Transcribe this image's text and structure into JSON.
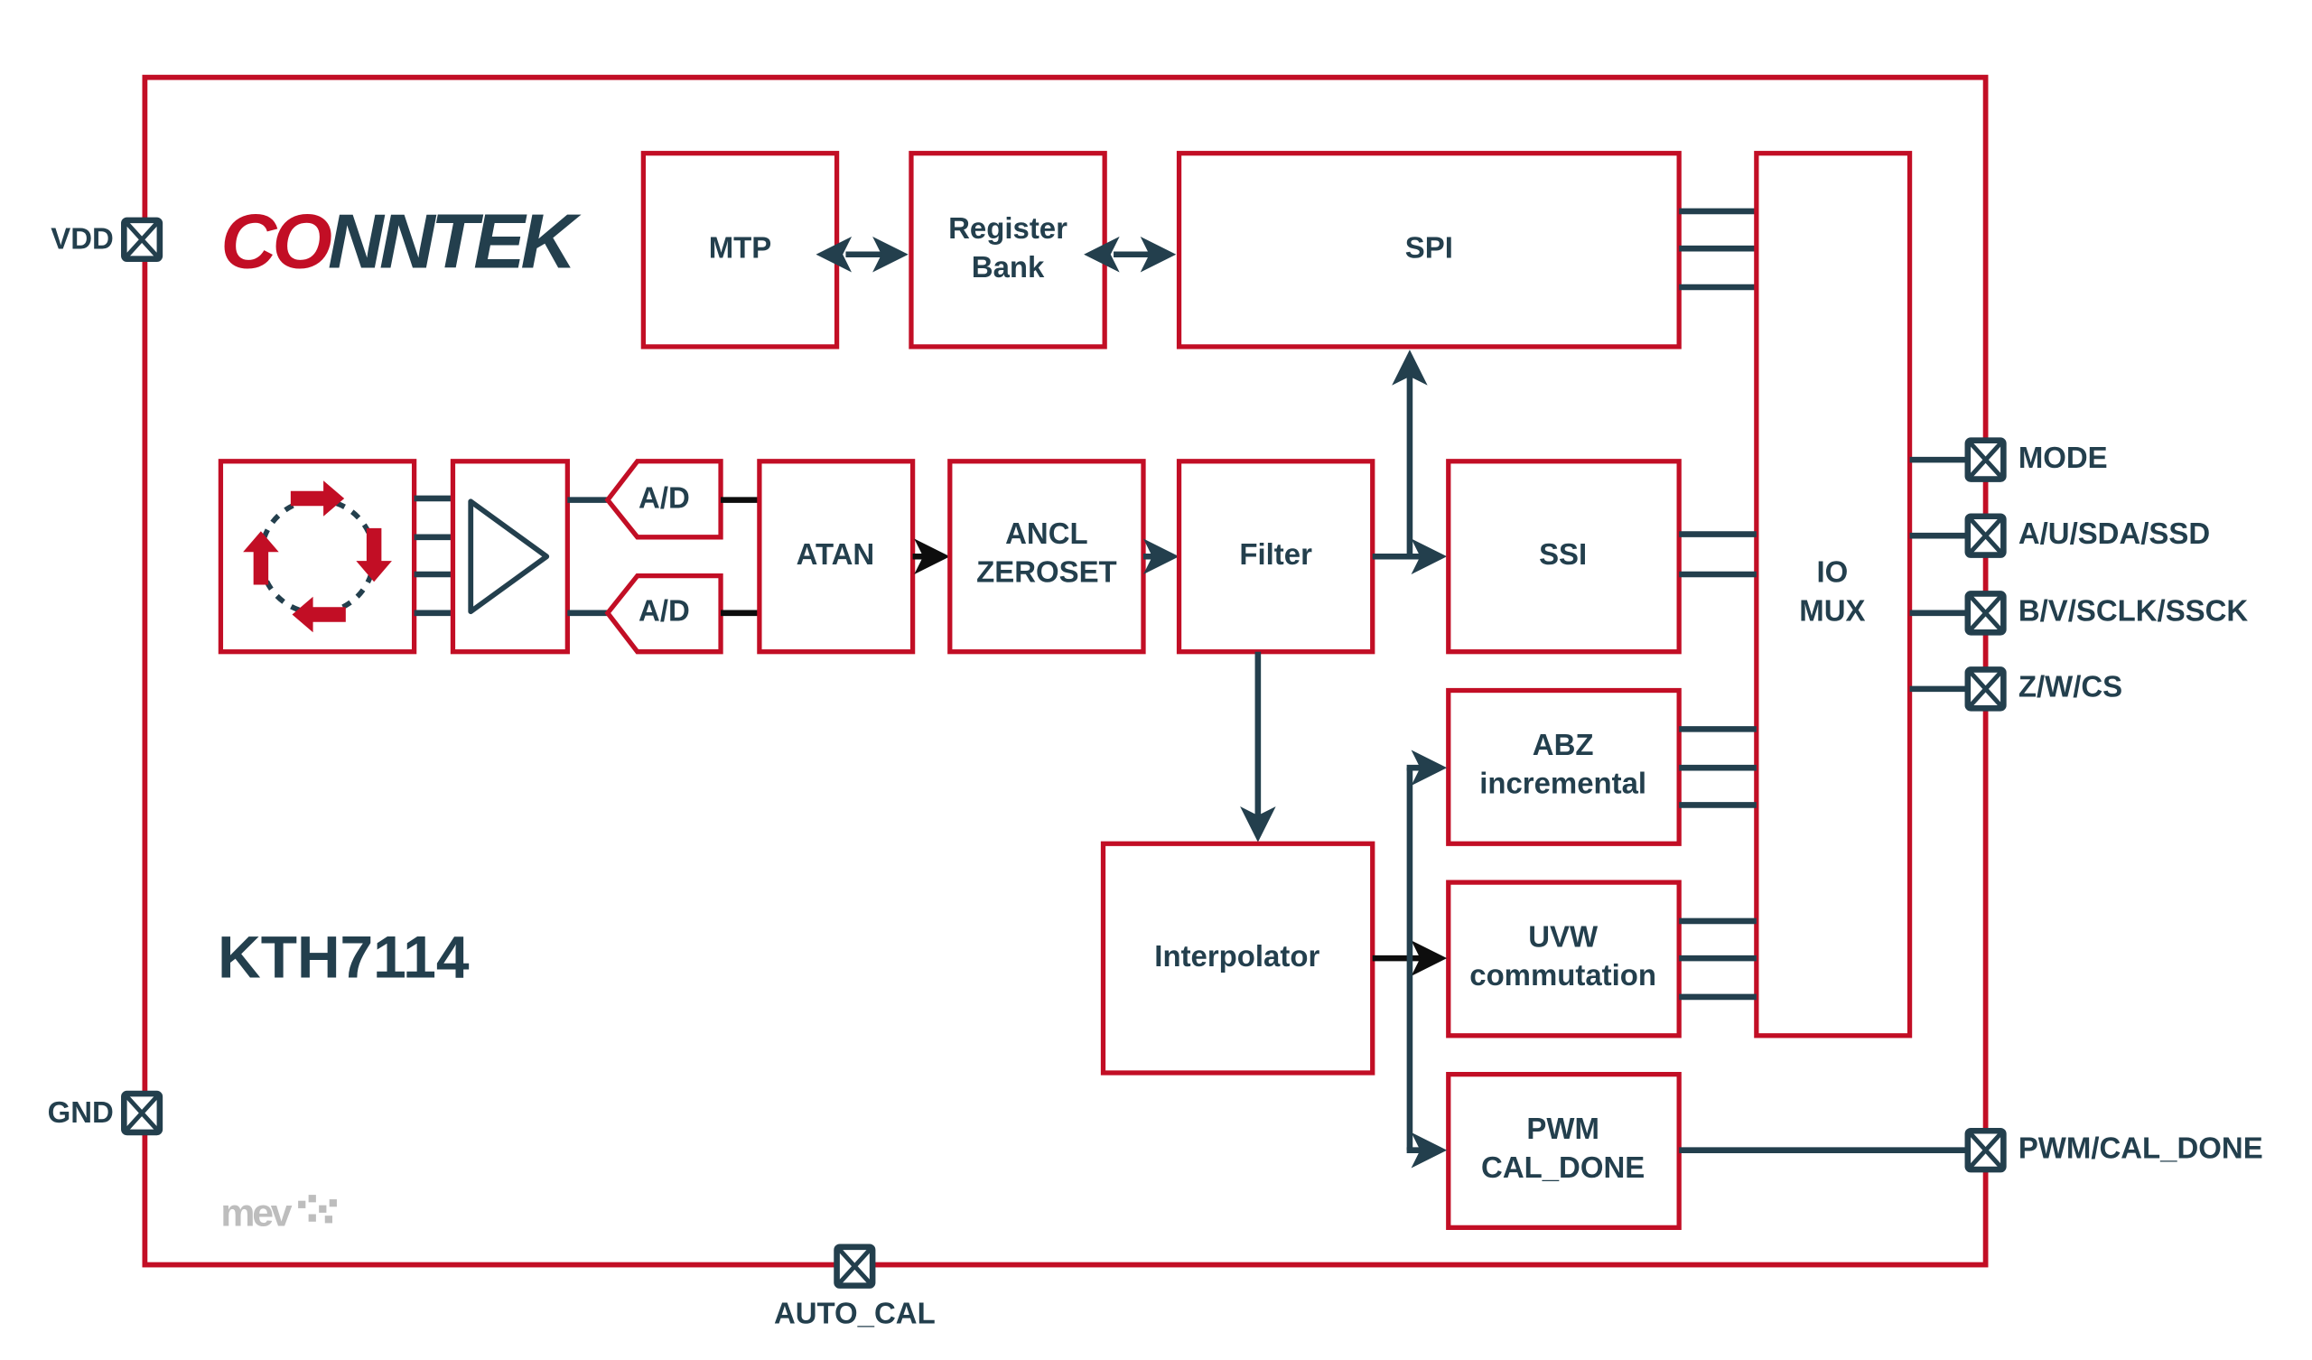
{
  "diagram": {
    "chip_name": "KTH7114",
    "brand": {
      "part1": "CO",
      "part2": "NNTEK"
    },
    "watermark": "mev",
    "colors": {
      "block_border": "#C20E25",
      "wire": "#233F4D",
      "text": "#233F4D",
      "brand_red": "#C20E25"
    },
    "blocks": {
      "mtp": "MTP",
      "register_bank": [
        "Register",
        "Bank"
      ],
      "spi": "SPI",
      "io_mux": [
        "IO",
        "MUX"
      ],
      "ad1": "A/D",
      "ad2": "A/D",
      "atan": "ATAN",
      "ancl": [
        "ANCL",
        "ZEROSET"
      ],
      "filter": "Filter",
      "ssi": "SSI",
      "abz": [
        "ABZ",
        "incremental"
      ],
      "uvw": [
        "UVW",
        "commutation"
      ],
      "pwm": [
        "PWM",
        "CAL_DONE"
      ],
      "interpolator": "Interpolator",
      "sensor": "hall-sensor-array",
      "amplifier": "amplifier"
    },
    "pins": {
      "vdd": "VDD",
      "gnd": "GND",
      "auto_cal": "AUTO_CAL",
      "mode": "MODE",
      "a_u": "A/U/SDA/SSD",
      "b_v": "B/V/SCLK/SSCK",
      "z_w": "Z/W/CS",
      "pwm_cal_done": "PWM/CAL_DONE"
    }
  }
}
